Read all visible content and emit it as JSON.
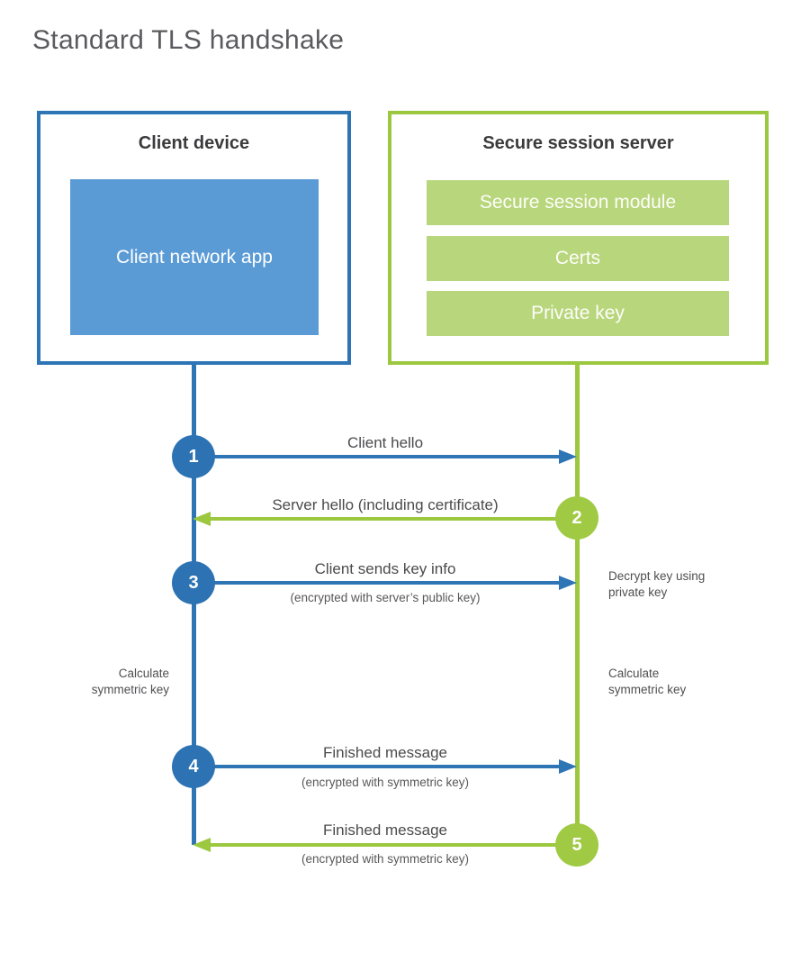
{
  "title": "Standard TLS handshake",
  "colors": {
    "blue": "#2e75b6",
    "blue_fill": "#5b9bd5",
    "green": "#9cc840",
    "green_fill": "#b8d67b",
    "heading_text": "#3b3b3d",
    "label_text": "#4b4b4d",
    "title_text": "#5b5b5f"
  },
  "client": {
    "title": "Client device",
    "app": "Client network app"
  },
  "server": {
    "title": "Secure session server",
    "modules": [
      "Secure session module",
      "Certs",
      "Private key"
    ]
  },
  "steps": [
    {
      "num": "1",
      "label": "Client hello",
      "dir": "right"
    },
    {
      "num": "2",
      "label": "Server hello (including certificate)",
      "dir": "left"
    },
    {
      "num": "3",
      "label": "Client sends key info",
      "sub": "(encrypted with server’s public key)",
      "dir": "right"
    },
    {
      "num": "4",
      "label": "Finished message",
      "sub": "(encrypted with symmetric key)",
      "dir": "right"
    },
    {
      "num": "5",
      "label": "Finished message",
      "sub": "(encrypted with symmetric key)",
      "dir": "left"
    }
  ],
  "notes": {
    "decrypt": "Decrypt key using\nprivate key",
    "calc_left": "Calculate\nsymmetric key",
    "calc_right": "Calculate\nsymmetric key"
  }
}
